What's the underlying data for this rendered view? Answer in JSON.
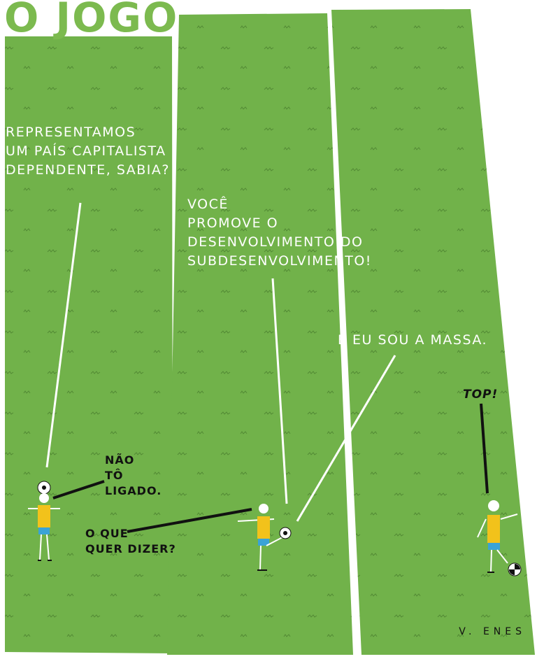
{
  "title": "O JOGO",
  "panel1": {
    "speech": [
      "REPRESENTAMOS",
      "UM PAÍS CAPITALISTA",
      "DEPENDENTE, SABIA?"
    ],
    "reply": [
      "NÃO",
      "TÔ",
      "LIGADO."
    ]
  },
  "panel2": {
    "speech": [
      "VOCÊ",
      "PROMOVE O",
      "DESENVOLVIMENTO DO",
      "SUBDESENVOLVIMENTO!"
    ],
    "reply": [
      "O QUE",
      "QUER DIZER?"
    ]
  },
  "panel3": {
    "speech": "E EU SOU A MASSA.",
    "reply": "TOP!"
  },
  "signature": "V. ENES",
  "colors": {
    "grass": "#71b24a",
    "grass_dark": "#5f9b3c",
    "jersey": "#f2c21b",
    "shorts": "#3aa3d6",
    "gutter": "#ffffff"
  }
}
